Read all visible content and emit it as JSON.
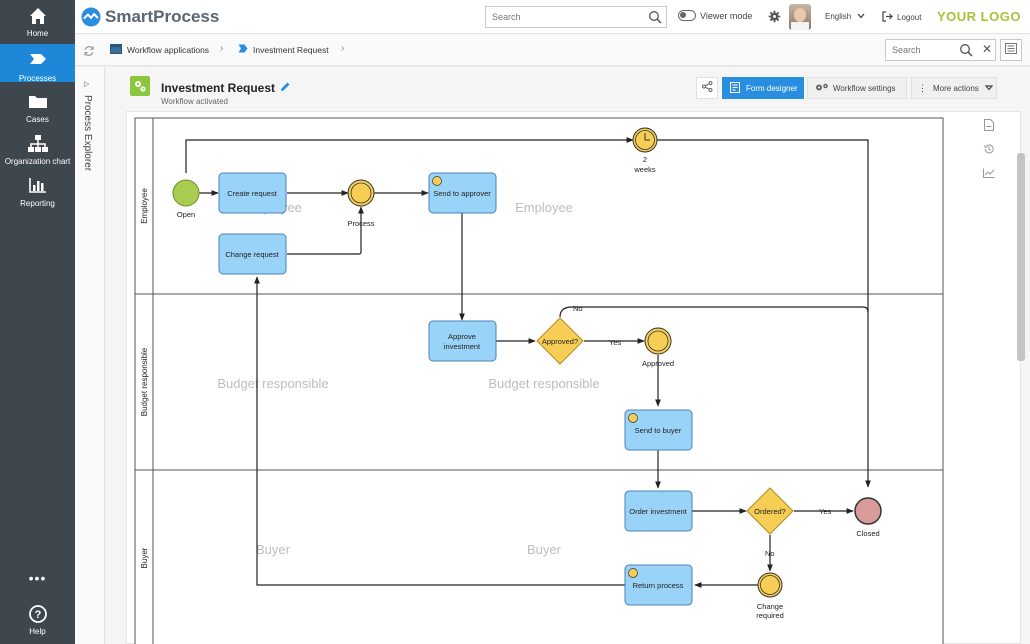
{
  "nav": {
    "items": [
      {
        "label": "Home",
        "icon": "home-icon"
      },
      {
        "label": "Processes",
        "icon": "processes-icon",
        "active": true
      },
      {
        "label": "Cases",
        "icon": "folder-icon"
      },
      {
        "label": "Organization chart",
        "icon": "org-chart-icon"
      },
      {
        "label": "Reporting",
        "icon": "bar-chart-icon"
      }
    ],
    "more_label": "•••",
    "help_label": "Help"
  },
  "header": {
    "brand": "SmartProcess",
    "search_placeholder": "Search",
    "viewer_mode": "Viewer mode",
    "language": "English",
    "logout": "Logout",
    "custom_logo": "YOUR LOGO"
  },
  "breadcrumb": {
    "items": [
      "Workflow applications",
      "Investment Request"
    ],
    "search_placeholder": "Search",
    "clear": "✕"
  },
  "explorer": {
    "label": "Process Explorer"
  },
  "workflow": {
    "title": "Investment Request",
    "status": "Workflow activated",
    "form_designer": "Form designer",
    "workflow_settings": "Workflow settings",
    "more_actions": "More actions"
  },
  "diagram": {
    "lanes": [
      "Employee",
      "Budget responsible",
      "Buyer"
    ],
    "watermarks": {
      "employee_1": "Employee",
      "employee_2": "Employee",
      "budget_1": "Budget responsible",
      "budget_2": "Budget responsible",
      "buyer_1": "Buyer",
      "buyer_2": "Buyer"
    },
    "tasks": {
      "create_request": "Create request",
      "change_request": "Change request",
      "send_to_approver": "Send to approver",
      "approve_investment_1": "Approve",
      "approve_investment_2": "investment",
      "send_to_buyer": "Send to buyer",
      "order_investment": "Order investment",
      "return_process": "Return process"
    },
    "gateways": {
      "approved": "Approved?",
      "ordered": "Ordered?"
    },
    "events": {
      "open": "Open",
      "process": "Process",
      "timer_1": "2",
      "timer_2": "weeks",
      "approved": "Approved",
      "closed": "Closed",
      "change_required_1": "Change",
      "change_required_2": "required"
    },
    "flow_labels": {
      "yes_approved": "Yes",
      "no_approved": "No",
      "yes_ordered": "Yes",
      "no_ordered": "No"
    },
    "colors": {
      "task_fill": "#99d3f7",
      "start_event": "#a8cc4f",
      "intermediate_event": "#f7ce55",
      "gateway": "#f7ce55",
      "end_event": "#d99a9a",
      "accent": "#2a8ee0"
    }
  }
}
